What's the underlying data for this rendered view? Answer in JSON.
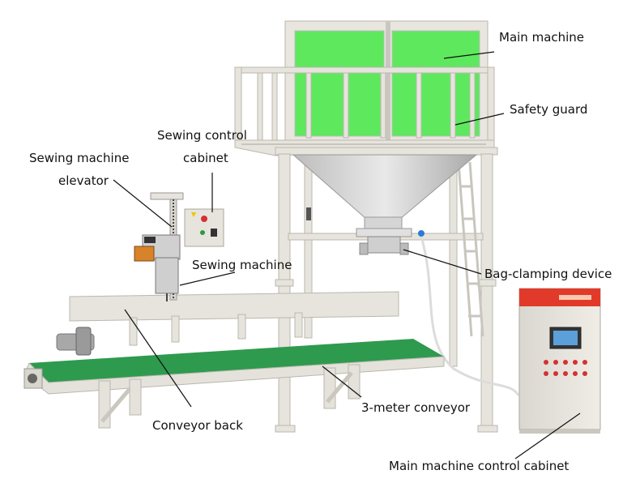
{
  "labels": {
    "main_machine": "Main machine",
    "safety_guard": "Safety guard",
    "sewing_control_cabinet_1": "Sewing control",
    "sewing_control_cabinet_2": "cabinet",
    "sewing_machine_elevator_1": "Sewing machine",
    "sewing_machine_elevator_2": "elevator",
    "sewing_machine": "Sewing machine",
    "bag_clamping_device": "Bag-clamping device",
    "conveyor_back": "Conveyor back",
    "conveyor_3m": "3-meter conveyor",
    "main_control_cabinet": "Main machine control cabinet"
  },
  "colors": {
    "frame": "#e6e4dc",
    "frame_edge": "#b9b7ae",
    "hopper_panel": "#5ee85e",
    "belt": "#2e9a4e",
    "cabinet_light": "#e23a2a"
  }
}
